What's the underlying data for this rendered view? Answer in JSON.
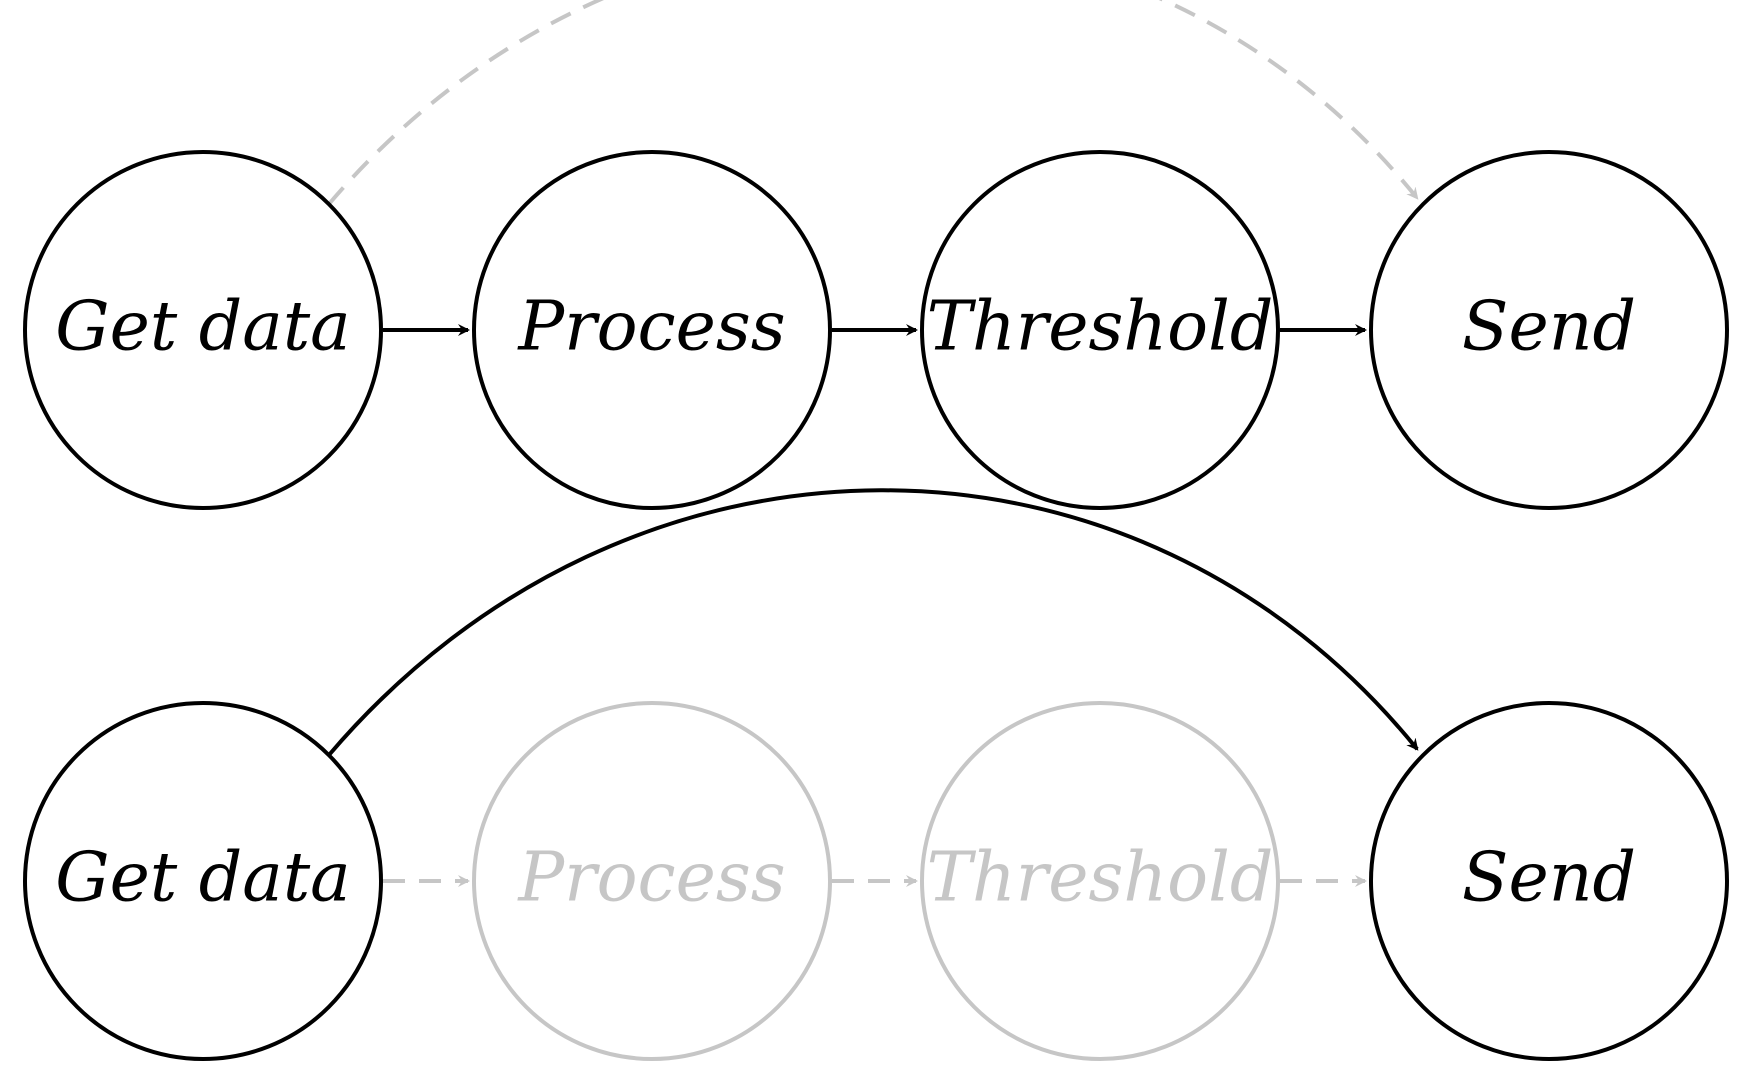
{
  "colors": {
    "active": "#000000",
    "muted": "#c6c6c6",
    "background": "#ffffff"
  },
  "rows": [
    {
      "nodes": [
        {
          "label": "Get data",
          "state": "active"
        },
        {
          "label": "Process",
          "state": "active"
        },
        {
          "label": "Threshold",
          "state": "active"
        },
        {
          "label": "Send",
          "state": "active"
        }
      ],
      "edges": [
        {
          "from": 0,
          "to": 1,
          "style": "solid",
          "state": "active"
        },
        {
          "from": 1,
          "to": 2,
          "style": "solid",
          "state": "active"
        },
        {
          "from": 2,
          "to": 3,
          "style": "solid",
          "state": "active"
        },
        {
          "from": 0,
          "to": 3,
          "style": "dashed",
          "state": "muted",
          "curved": true
        }
      ]
    },
    {
      "nodes": [
        {
          "label": "Get data",
          "state": "active"
        },
        {
          "label": "Process",
          "state": "muted"
        },
        {
          "label": "Threshold",
          "state": "muted"
        },
        {
          "label": "Send",
          "state": "active"
        }
      ],
      "edges": [
        {
          "from": 0,
          "to": 1,
          "style": "dashed",
          "state": "muted"
        },
        {
          "from": 1,
          "to": 2,
          "style": "dashed",
          "state": "muted"
        },
        {
          "from": 2,
          "to": 3,
          "style": "dashed",
          "state": "muted"
        },
        {
          "from": 0,
          "to": 3,
          "style": "solid",
          "state": "active",
          "curved": true
        }
      ]
    }
  ]
}
